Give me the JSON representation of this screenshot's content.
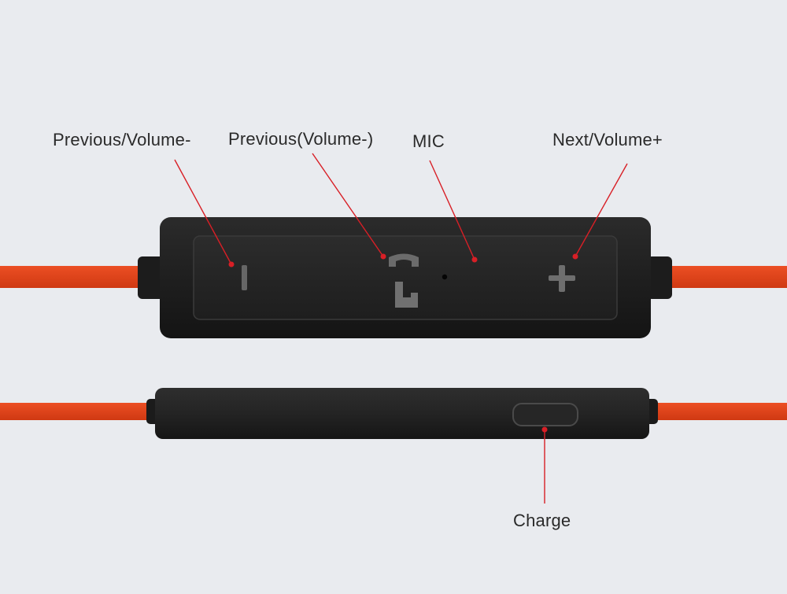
{
  "labels": {
    "previous_volume_minus": "Previous/Volume-",
    "previous_call": "Previous(Volume-)",
    "mic": "MIC",
    "next_volume_plus": "Next/Volume+",
    "charge": "Charge"
  },
  "icons": {
    "minus": "minus-icon",
    "phone": "phone-icon",
    "plus": "plus-icon",
    "mic_hole": "mic-hole-icon",
    "usb_port": "charge-port-icon"
  },
  "colors": {
    "background": "#e9ebef",
    "cable": "#e0411b",
    "remote_body": "#222222",
    "button_panel": "#262626",
    "button_glyph": "#6b6b6b",
    "callout_line": "#d81f26",
    "label_text": "#2a2a2a"
  }
}
